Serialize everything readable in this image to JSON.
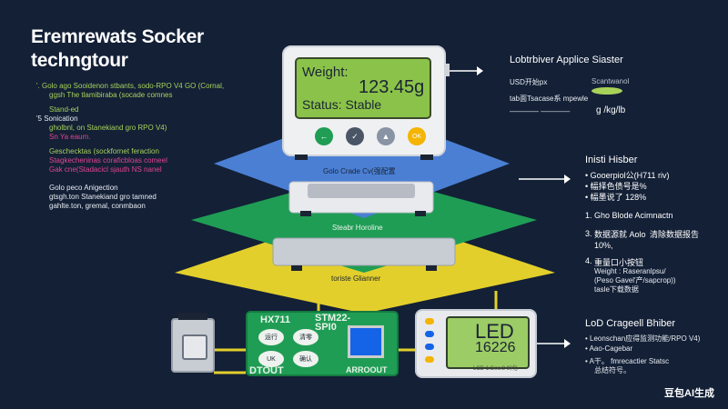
{
  "title": {
    "line1": "Eremrewats Socker",
    "line2": "techngtour"
  },
  "left_notes": [
    {
      "text": "'.  Golo ago Sooidenon stbants, sodo-RPO V4 GO (Cornal,",
      "color": "#a8d15a"
    },
    {
      "text": "ggsh The tlamibiraba (socade comnes",
      "color": "#a8d15a"
    },
    {
      "text": "Stand-ed",
      "color": "#a8d15a"
    },
    {
      "text": "'5  Sonication",
      "color": "#e8ecf2"
    },
    {
      "text": "gholbnl, on Stanekiand gro RPO V4)",
      "color": "#a8d15a"
    },
    {
      "text": "Sn Ya eaum.",
      "color": "#e0458f"
    },
    {
      "text": "Geschecktas (sockfornet feraction",
      "color": "#a8d15a"
    },
    {
      "text": "Stagkecheninas coraficbloas comeel",
      "color": "#e0458f"
    },
    {
      "text": "Gak cne(Stadacicl sjauth NS nanel",
      "color": "#e0458f"
    },
    {
      "text": "Golo peco Anigection",
      "color": "#e8ecf2"
    },
    {
      "text": "gtsgh.ton Stanekiand gro tamned",
      "color": "#e8ecf2"
    },
    {
      "text": "gahlte.ton, gremal, conmbaon",
      "color": "#e8ecf2"
    }
  ],
  "scale": {
    "weight_label": "Weight:",
    "weight_value": "123.45g",
    "status": "Status: Stable",
    "btn_ok": "OK"
  },
  "layers": {
    "top": "Golo Crade Cv(强配置",
    "middle": "Steabr Horoline",
    "bottom": "toriste Glianner"
  },
  "pcb": {
    "hx": "HX711",
    "st": "STM22-",
    "spi": "SPI0",
    "btn1": "运行",
    "btn2": "清零",
    "btn3": "UK",
    "btn4": "确认",
    "dtout": "DTOUT",
    "arrout": "ARROOUT"
  },
  "lcd": {
    "line1": "LED",
    "line2": "16226",
    "sub": "LCD 1:Geo:8 纠化"
  },
  "right_top": {
    "title": "Lobtrbiver Applice Siaster",
    "l1": "USD开始px",
    "l2": "Scantwanol",
    "l3": "tab面Tsacase系 mpewle",
    "l4": "————  ————",
    "units": "g /kg/lb"
  },
  "right_mid": {
    "title": "Inisti Hisber",
    "l1": "• Gooerpiol公(H711 riv)",
    "l2": "• 幅择色债号是%",
    "l3": "• 幅墨说了 128%"
  },
  "right_list": [
    {
      "num": "1.",
      "text": "Gho Blode Acimnactn"
    },
    {
      "num": "3.",
      "text": "数据源就 Aolo 清除数据报告 10%,"
    },
    {
      "num": "4.",
      "text": "重量口小按钮"
    }
  ],
  "right_list_sub": [
    "Weight : Raseranlpsu/",
    "(Peso  Gavel'产/sapcrop))",
    "tasle下载数据"
  ],
  "right_bottom": {
    "title": "LoD Crageell Bhiber",
    "l1": "• Leonschan应得监测功能/RPO V4)",
    "l2": "• Aao-Cagebar",
    "l3": "• A干。 fmrecactier Statsc",
    "l4": "总结符号。"
  },
  "watermark": "豆包AI生成",
  "colors": {
    "bg": "#132036",
    "layer_top": "#4a7fd4",
    "layer_mid": "#1f9d55",
    "layer_bottom": "#e3cf2b",
    "pcb": "#1f9d55",
    "chip": "#1564e8"
  }
}
